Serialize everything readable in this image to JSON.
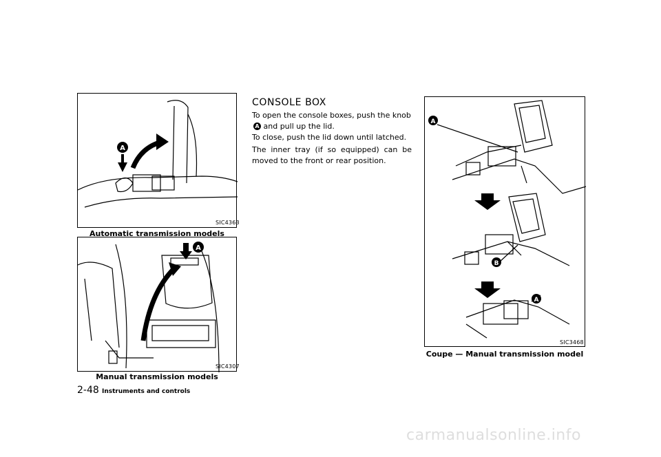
{
  "figures": [
    {
      "code": "SIC4363",
      "caption": "Automatic transmission models",
      "callouts": [
        "A"
      ]
    },
    {
      "code": "SIC4307",
      "caption": "Manual transmission models",
      "callouts": [
        "A"
      ]
    },
    {
      "code": "SIC3468",
      "caption": "Coupe — Manual transmission model",
      "callouts": [
        "A",
        "B",
        "A"
      ]
    }
  ],
  "section": {
    "heading": "CONSOLE BOX",
    "p1_before": "To open the console boxes, push the knob",
    "p1_marker": "A",
    "p1_after": "and pull up the lid.",
    "p2": "To close, push the lid down until latched.",
    "p3": "The inner tray (if so equipped) can be moved to the front or rear position."
  },
  "footer": {
    "page_number": "2-48",
    "section_title": "Instruments and controls"
  },
  "watermark": "carmanualsonline.info"
}
